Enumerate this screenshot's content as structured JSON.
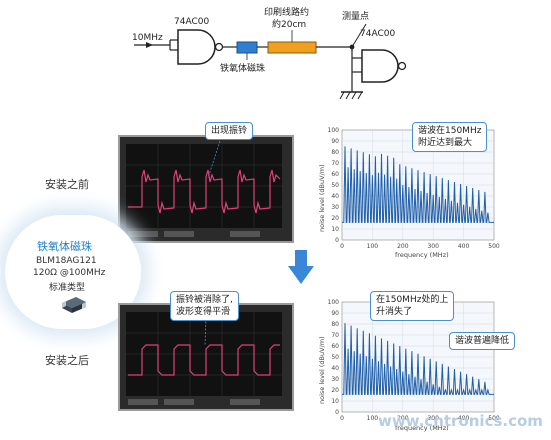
{
  "circuit": {
    "gate1_label": "74AC00",
    "gate2_label": "74AC00",
    "input_label": "10MHz",
    "ferrite_label": "铁氧体磁珠",
    "trace_label_line1": "印刷线路约",
    "trace_label_line2": "約20cm",
    "measure_label": "测量点",
    "ferrite_color": "#2f7fd1",
    "trace_color": "#f0a020"
  },
  "before": {
    "stage_label": "安装之前",
    "scope_callout": "出现振铃",
    "spectrum_callout_line1": "谐波在150MHz",
    "spectrum_callout_line2": "附近达到最大"
  },
  "after": {
    "stage_label": "安装之后",
    "scope_callout_line1": "振铃被消除了,",
    "scope_callout_line2": "波形变得平滑",
    "spectrum_callout1_line1": "在150MHz处的上",
    "spectrum_callout1_line2": "升消失了",
    "spectrum_callout2": "谐波普遍降低"
  },
  "ferrite_card": {
    "title": "铁氧体磁珠",
    "part": "BLM18AG121",
    "spec": "120Ω @100MHz",
    "type": "标准类型"
  },
  "spectrum": {
    "xlabel": "frequency (MHz)",
    "ylabel": "noise level (dBuV/m)",
    "x_ticks": [
      "0",
      "100",
      "200",
      "300",
      "400",
      "500"
    ],
    "y_ticks": [
      "100",
      "90",
      "80",
      "70",
      "60",
      "50",
      "40",
      "30",
      "20",
      "10",
      "0"
    ],
    "line_color": "#1f5fa8"
  },
  "colors": {
    "accent": "#3b8ede",
    "waveform": "#e0407a",
    "arrow": "#3a87d8"
  },
  "watermark": "www.cntronics.com"
}
